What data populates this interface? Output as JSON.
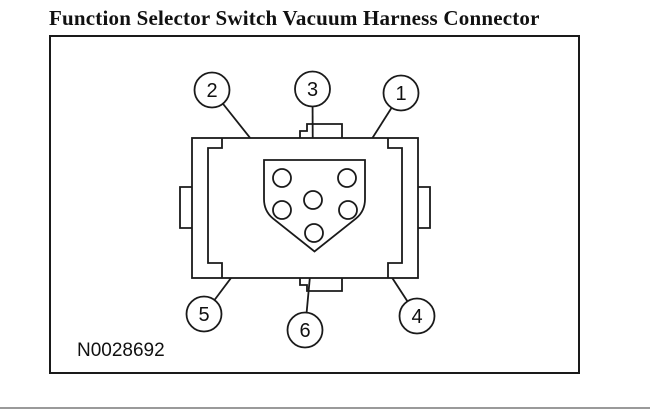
{
  "title": "Function Selector Switch Vacuum Harness Connector",
  "figure": {
    "id_label": "N0028692",
    "callouts": [
      {
        "label": "1",
        "pin_position": "top-right"
      },
      {
        "label": "2",
        "pin_position": "top-left"
      },
      {
        "label": "3",
        "pin_position": "middle-center"
      },
      {
        "label": "4",
        "pin_position": "middle-right"
      },
      {
        "label": "5",
        "pin_position": "middle-left"
      },
      {
        "label": "6",
        "pin_position": "bottom-center"
      }
    ]
  },
  "colors": {
    "line": "#1a1a1a",
    "text": "#111111",
    "divider": "#9a9a9a",
    "background": "#ffffff"
  }
}
